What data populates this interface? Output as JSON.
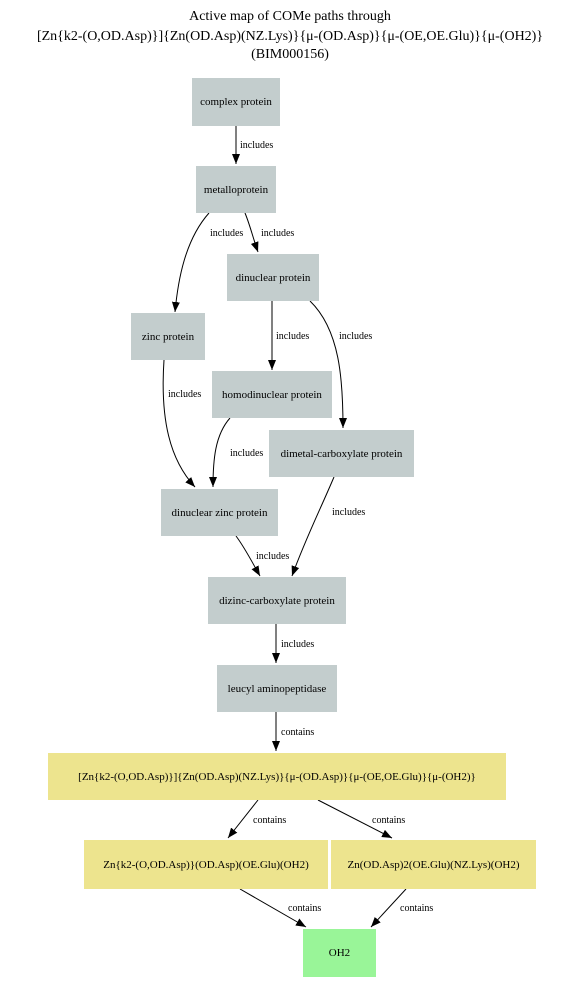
{
  "title": {
    "line1": "Active map of COMe paths through",
    "line2": "[Zn{k2-(O,OD.Asp)}]{Zn(OD.Asp)(NZ.Lys)}{μ-(OD.Asp)}{μ-(OE,OE.Glu)}{μ-(OH2)}",
    "line3": "(BIM000156)"
  },
  "colors": {
    "gray": "#c3cdcd",
    "yellow": "#ede48e",
    "green": "#99f598"
  },
  "nodes": {
    "complex_protein": "complex protein",
    "metalloprotein": "metalloprotein",
    "dinuclear_protein": "dinuclear protein",
    "zinc_protein": "zinc protein",
    "homodinuclear_protein": "homodinuclear protein",
    "dimetal_carboxylate_protein": "dimetal-carboxylate protein",
    "dinuclear_zinc_protein": "dinuclear zinc protein",
    "dizinc_carboxylate_protein": "dizinc-carboxylate protein",
    "leucyl_aminopeptidase": "leucyl aminopeptidase",
    "full_site": "[Zn{k2-(O,OD.Asp)}]{Zn(OD.Asp)(NZ.Lys)}{μ-(OD.Asp)}{μ-(OE,OE.Glu)}{μ-(OH2)}",
    "zn_site_1": "Zn{k2-(O,OD.Asp)}(OD.Asp)(OE.Glu)(OH2)",
    "zn_site_2": "Zn(OD.Asp)2(OE.Glu)(NZ.Lys)(OH2)",
    "oh2": "OH2"
  },
  "edges": {
    "complex_to_metallo": "includes",
    "metallo_to_zinc": "includes",
    "metallo_to_dinuclear": "includes",
    "dinuclear_to_homodinuclear": "includes",
    "dinuclear_to_dimetal": "includes",
    "zinc_to_dinuclearzinc": "includes",
    "homodinuclear_to_dinuclearzinc": "includes",
    "dimetal_to_dizinc": "includes",
    "dinuclearzinc_to_dizinc": "includes",
    "dizinc_to_leucyl": "includes",
    "leucyl_to_site": "contains",
    "site_to_zn1": "contains",
    "site_to_zn2": "contains",
    "zn1_to_oh2": "contains",
    "zn2_to_oh2": "contains"
  }
}
